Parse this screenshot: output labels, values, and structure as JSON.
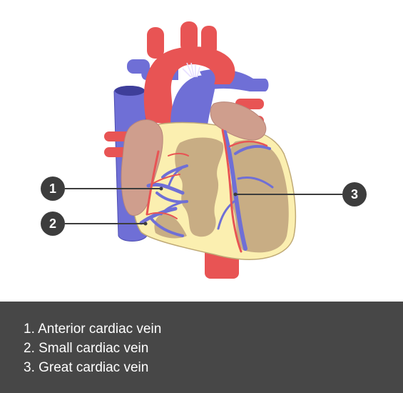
{
  "diagram": {
    "markers": [
      {
        "number": "1"
      },
      {
        "number": "2"
      },
      {
        "number": "3"
      }
    ],
    "colors": {
      "artery": "#e85454",
      "vein": "#6f6fd6",
      "myocardium": "#c8ad84",
      "fat": "#fbefb0",
      "atrium": "#cf9e8d",
      "marker": "#3d3d3d",
      "legend_background": "#474747"
    }
  },
  "legend": {
    "items": [
      {
        "text": "1. Anterior cardiac vein"
      },
      {
        "text": "2. Small cardiac vein"
      },
      {
        "text": "3. Great cardiac vein"
      }
    ]
  }
}
